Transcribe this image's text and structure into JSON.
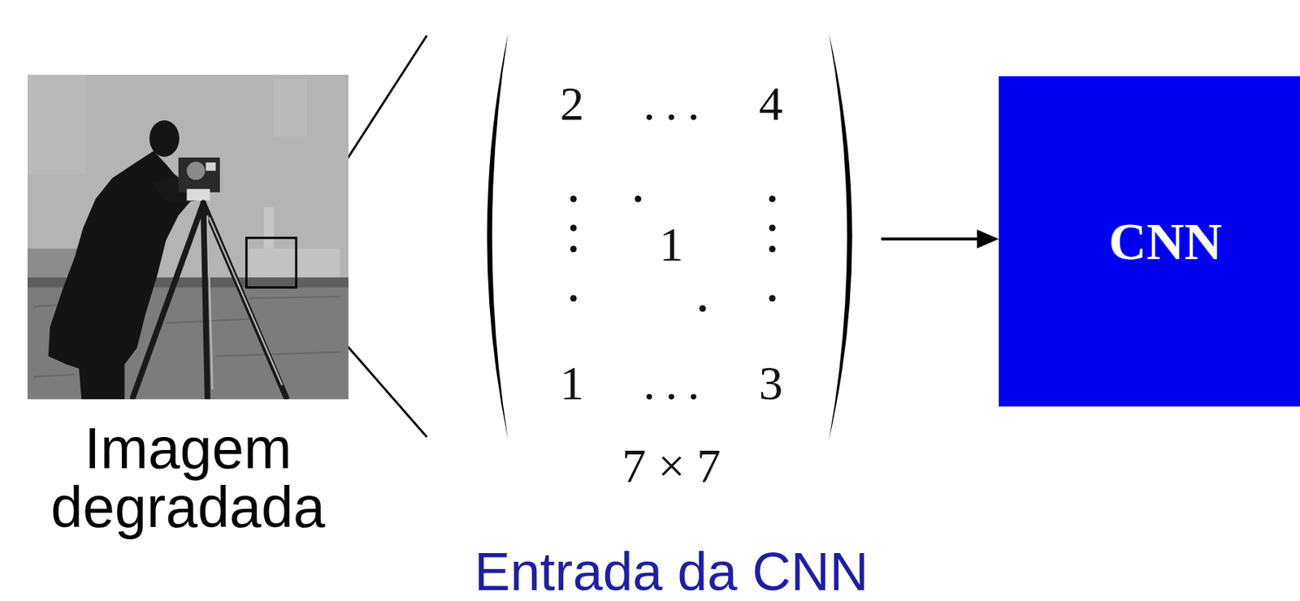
{
  "diagram": {
    "nodes": [
      {
        "text": [
          "Imagem degradada"
        ]
      },
      {
        "text": [
          "2",
          "...",
          "4",
          "1",
          "1",
          "...",
          "3",
          "7 × 7"
        ]
      },
      {
        "text": [
          "CNN"
        ]
      }
    ],
    "edges": [
      {
        "from": 1,
        "to": 2,
        "arrow": "to"
      }
    ],
    "labels": [
      "Entrada da CNN"
    ]
  }
}
